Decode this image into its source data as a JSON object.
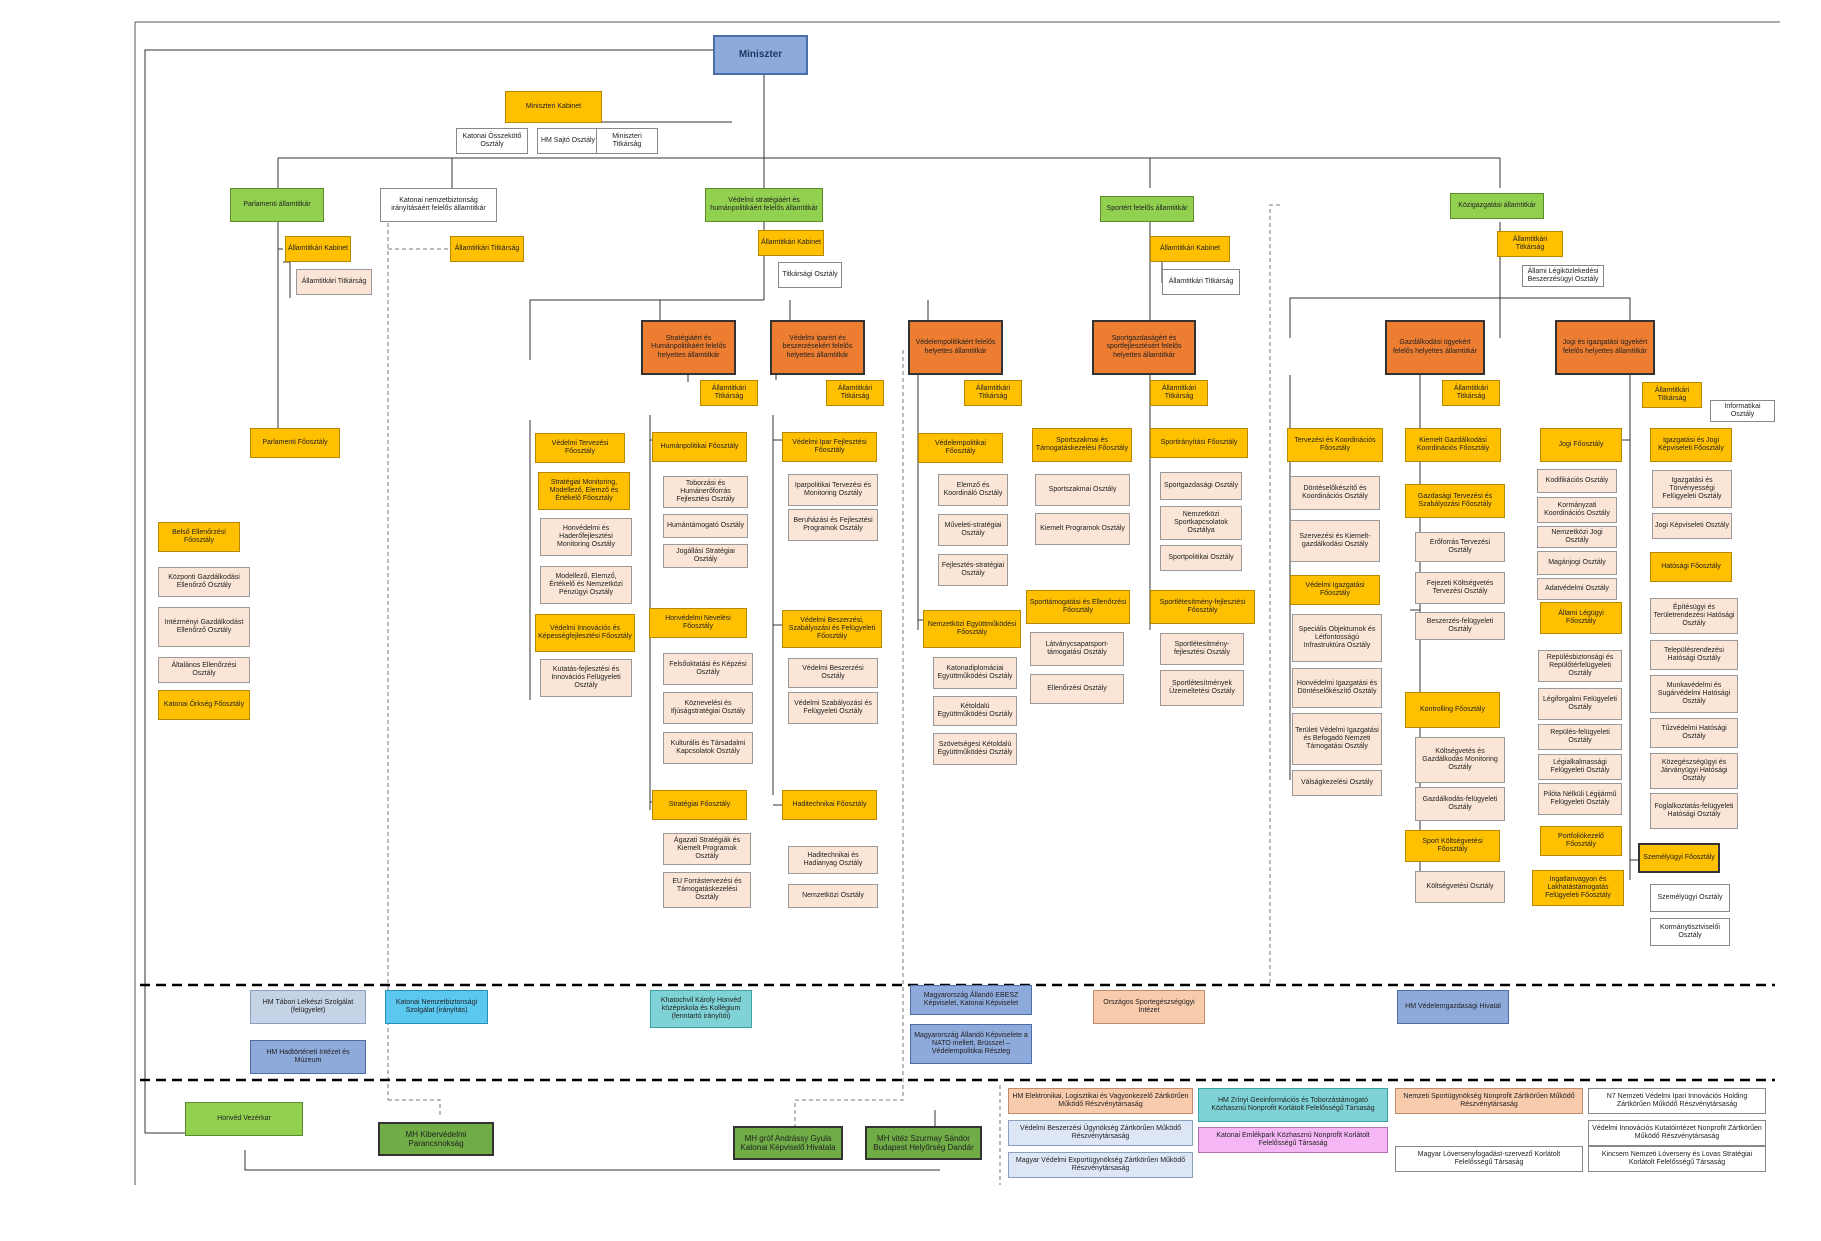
{
  "nodes": [
    {
      "id": "n001",
      "kind": "minister",
      "text": "Miniszter"
    },
    {
      "id": "n002",
      "kind": "yellow",
      "text": "Miniszteri Kabinet"
    },
    {
      "id": "n003",
      "kind": "white",
      "text": "Katonai Összekötő Osztály"
    },
    {
      "id": "n004",
      "kind": "white",
      "text": "HM Sajtó Osztály"
    },
    {
      "id": "n005",
      "kind": "white",
      "text": "Miniszteri Titkárság"
    },
    {
      "id": "n006",
      "kind": "green",
      "text": "Parlamenti államtitkár"
    },
    {
      "id": "n007",
      "kind": "yellow",
      "text": "Államtitkári Kabinet"
    },
    {
      "id": "n008",
      "kind": "dept",
      "text": "Államtitkári Titkárság"
    },
    {
      "id": "n009",
      "kind": "yellow",
      "text": "Parlamenti Főosztály"
    },
    {
      "id": "n010",
      "kind": "white",
      "text": "Katonai nemzetbiztonság irányításáért felelős államtitkár"
    },
    {
      "id": "n011",
      "kind": "yellow",
      "text": "Államtitkári Titkárság"
    },
    {
      "id": "n012",
      "kind": "green",
      "text": "Védelmi stratégiáért és humánpolitikáért felelős államtitkár"
    },
    {
      "id": "n013",
      "kind": "yellow",
      "text": "Államtitkári Kabinet"
    },
    {
      "id": "n014",
      "kind": "white",
      "text": "Titkársági Osztály"
    },
    {
      "id": "n015",
      "kind": "green",
      "text": "Sportért felelős államtitkár"
    },
    {
      "id": "n016",
      "kind": "yellow",
      "text": "Államtitkári Kabinet"
    },
    {
      "id": "n017",
      "kind": "white",
      "text": "Államtitkári Titkárság"
    },
    {
      "id": "n018",
      "kind": "green",
      "text": "Közigazgatási államtitkár"
    },
    {
      "id": "n019",
      "kind": "yellow",
      "text": "Államtitkári Titkárság"
    },
    {
      "id": "n020",
      "kind": "white",
      "text": "Állami Légiközlekedési Beszerzésügyi Osztály"
    },
    {
      "id": "n021",
      "kind": "yellow",
      "text": "Belső Ellenőrzési Főosztály"
    },
    {
      "id": "n022",
      "kind": "dept",
      "text": "Központi Gazdálkodási Ellenőrző Osztály"
    },
    {
      "id": "n023",
      "kind": "dept",
      "text": "Intézményi Gazdálkodást Ellenőrző Osztály"
    },
    {
      "id": "n024",
      "kind": "dept",
      "text": "Általános Ellenőrzési Osztály"
    },
    {
      "id": "n025",
      "kind": "yellow",
      "text": "Katonai Őrkség Főosztály"
    },
    {
      "id": "n026",
      "kind": "orange",
      "text": "Stratégiáért és Humánpolitikáért felelős helyettes államtitkár"
    },
    {
      "id": "n027",
      "kind": "yellow",
      "text": "Államtitkári Titkárság"
    },
    {
      "id": "n028",
      "kind": "yellow",
      "text": "Védelmi Tervezési Főosztály"
    },
    {
      "id": "n029",
      "kind": "yellow",
      "text": "Stratégiai Monitoring, Modellező, Elemző és Értékelő Főosztály"
    },
    {
      "id": "n030",
      "kind": "dept",
      "text": "Honvédelmi és Haderőfejlesztési Monitoring Osztály"
    },
    {
      "id": "n031",
      "kind": "dept",
      "text": "Modellező, Elemző, Értékelő és Nemzetközi Pénzügyi Osztály"
    },
    {
      "id": "n032",
      "kind": "yellow",
      "text": "Védelmi Innovációs és Képességfejlesztési Főosztály"
    },
    {
      "id": "n033",
      "kind": "dept",
      "text": "Kutatás-fejlesztési és Innovációs Felügyeleti Osztály"
    },
    {
      "id": "n034",
      "kind": "yellow",
      "text": "Humánpolitikai Főosztály"
    },
    {
      "id": "n035",
      "kind": "dept",
      "text": "Toborzási és Humánerőforrás Fejlesztési Osztály"
    },
    {
      "id": "n036",
      "kind": "dept",
      "text": "Humántámogató Osztály"
    },
    {
      "id": "n037",
      "kind": "dept",
      "text": "Jogállási Stratégiai Osztály"
    },
    {
      "id": "n038",
      "kind": "yellow",
      "text": "Honvédelmi Nevelési Főosztály"
    },
    {
      "id": "n039",
      "kind": "dept",
      "text": "Felsőoktatási és Képzési Osztály"
    },
    {
      "id": "n040",
      "kind": "dept",
      "text": "Köznevelési és Ifjúságstratégiai Osztály"
    },
    {
      "id": "n041",
      "kind": "dept",
      "text": "Kulturális és Társadalmi Kapcsolatok Osztály"
    },
    {
      "id": "n042",
      "kind": "yellow",
      "text": "Stratégiai Főosztály"
    },
    {
      "id": "n043",
      "kind": "dept",
      "text": "Ágazati Stratégiák és Kiemelt Programok Osztály"
    },
    {
      "id": "n044",
      "kind": "dept",
      "text": "EU Forrástervezési és Támogatáskezelési Osztály"
    },
    {
      "id": "n045",
      "kind": "orange",
      "text": "Védelmi iparért és beszerzésekért felelős helyettes államtitkár"
    },
    {
      "id": "n046",
      "kind": "yellow",
      "text": "Államtitkári Titkárság"
    },
    {
      "id": "n047",
      "kind": "yellow",
      "text": "Védelmi Ipar Fejlesztési Főosztály"
    },
    {
      "id": "n048",
      "kind": "dept",
      "text": "Iparpolitikai Tervezési és Monitoring Osztály"
    },
    {
      "id": "n049",
      "kind": "dept",
      "text": "Beruházási és Fejlesztési Programok Osztály"
    },
    {
      "id": "n050",
      "kind": "yellow",
      "text": "Védelmi Beszerzési, Szabályozási és Felügyeleti Főosztály"
    },
    {
      "id": "n051",
      "kind": "dept",
      "text": "Védelmi Beszerzési Osztály"
    },
    {
      "id": "n052",
      "kind": "dept",
      "text": "Védelmi Szabályozási és Felügyeleti Osztály"
    },
    {
      "id": "n053",
      "kind": "yellow",
      "text": "Haditechnikai Főosztály"
    },
    {
      "id": "n054",
      "kind": "dept",
      "text": "Haditechnikai és Hadianyag Osztály"
    },
    {
      "id": "n055",
      "kind": "dept",
      "text": "Nemzetközi Osztály"
    },
    {
      "id": "n056",
      "kind": "orange",
      "text": "Védelempolitikáért felelős helyettes államtitkár"
    },
    {
      "id": "n057",
      "kind": "yellow",
      "text": "Államtitkári Titkárság"
    },
    {
      "id": "n058",
      "kind": "yellow",
      "text": "Védelempolitikai Főosztály"
    },
    {
      "id": "n059",
      "kind": "dept",
      "text": "Elemző és Koordináló Osztály"
    },
    {
      "id": "n060",
      "kind": "dept",
      "text": "Műveleti-stratégiai Osztály"
    },
    {
      "id": "n061",
      "kind": "dept",
      "text": "Fejlesztés-stratégiai Osztály"
    },
    {
      "id": "n062",
      "kind": "yellow",
      "text": "Nemzetközi Együttműködési Főosztály"
    },
    {
      "id": "n063",
      "kind": "dept",
      "text": "Katonadiplomáciai Együttműködési Osztály"
    },
    {
      "id": "n064",
      "kind": "dept",
      "text": "Kétoldalú Együttműködési Osztály"
    },
    {
      "id": "n065",
      "kind": "dept",
      "text": "Szövetségesi Kétoldalú Együttműködési Osztály"
    },
    {
      "id": "n066",
      "kind": "orange",
      "text": "Sportgazdaságért és sportfejlesztésért felelős helyettes államtitkár"
    },
    {
      "id": "n067",
      "kind": "yellow",
      "text": "Államtitkári Titkárság"
    },
    {
      "id": "n068",
      "kind": "yellow",
      "text": "Sportszakmai és Támogatáskezelési Főosztály"
    },
    {
      "id": "n069",
      "kind": "dept",
      "text": "Sportszakmai Osztály"
    },
    {
      "id": "n070",
      "kind": "dept",
      "text": "Kiemelt Programok Osztály"
    },
    {
      "id": "n071",
      "kind": "yellow",
      "text": "Sportirányítási Főosztály"
    },
    {
      "id": "n072",
      "kind": "dept",
      "text": "Sportgazdasági Osztály"
    },
    {
      "id": "n073",
      "kind": "dept",
      "text": "Nemzetközi Sportkapcsolatok Osztálya"
    },
    {
      "id": "n074",
      "kind": "dept",
      "text": "Sportpolitikai Osztály"
    },
    {
      "id": "n075",
      "kind": "yellow",
      "text": "Sporttámogatási és Ellenőrzési Főosztály"
    },
    {
      "id": "n076",
      "kind": "dept",
      "text": "Látványcsapatsport-támogatási Osztály"
    },
    {
      "id": "n077",
      "kind": "dept",
      "text": "Ellenőrzési Osztály"
    },
    {
      "id": "n078",
      "kind": "yellow",
      "text": "Sportlétesítmény-fejlesztési Főosztály"
    },
    {
      "id": "n079",
      "kind": "dept",
      "text": "Sportlétesítmény-fejlesztési Osztály"
    },
    {
      "id": "n080",
      "kind": "dept",
      "text": "Sportlétesítmények Üzemeltetési Osztály"
    },
    {
      "id": "n081",
      "kind": "orange",
      "text": "Gazdálkodási ügyekért felelős helyettes államtitkár"
    },
    {
      "id": "n082",
      "kind": "yellow",
      "text": "Államtitkári Titkárság"
    },
    {
      "id": "n083",
      "kind": "yellow",
      "text": "Tervezési és Koordinációs Főosztály"
    },
    {
      "id": "n084",
      "kind": "dept",
      "text": "Döntéselőkészítő és Koordinációs Osztály"
    },
    {
      "id": "n085",
      "kind": "dept",
      "text": "Szervezési és Kiemelt-gazdálkodási Osztály"
    },
    {
      "id": "n086",
      "kind": "yellow",
      "text": "Kiemelt Gazdálkodási Koordinációs Főosztály"
    },
    {
      "id": "n087",
      "kind": "yellow",
      "text": "Gazdasági Tervezési és Szabályozási Főosztály"
    },
    {
      "id": "n088",
      "kind": "dept",
      "text": "Erőforrás Tervezési Osztály"
    },
    {
      "id": "n089",
      "kind": "dept",
      "text": "Fejezeti Költségvetés Tervezési Osztály"
    },
    {
      "id": "n090",
      "kind": "dept",
      "text": "Beszerzés-felügyeleti Osztály"
    },
    {
      "id": "n091",
      "kind": "yellow",
      "text": "Védelmi Igazgatási Főosztály"
    },
    {
      "id": "n092",
      "kind": "dept",
      "text": "Speciális Objektumok és Létfontosságú Infrastruktúra Osztály"
    },
    {
      "id": "n093",
      "kind": "dept",
      "text": "Honvédelmi Igazgatási és Döntéselőkészítő Osztály"
    },
    {
      "id": "n094",
      "kind": "dept",
      "text": "Területi Védelmi Igazgatási és Befogadó Nemzeti Támogatási Osztály"
    },
    {
      "id": "n095",
      "kind": "dept",
      "text": "Válságkezelési Osztály"
    },
    {
      "id": "n096",
      "kind": "yellow",
      "text": "Kontrolling Főosztály"
    },
    {
      "id": "n097",
      "kind": "dept",
      "text": "Költségvetés és Gazdálkodás Monitoring Osztály"
    },
    {
      "id": "n098",
      "kind": "dept",
      "text": "Gazdálkodás-felügyeleti Osztály"
    },
    {
      "id": "n099",
      "kind": "yellow",
      "text": "Sport Költségvetési Főosztály"
    },
    {
      "id": "n100",
      "kind": "dept",
      "text": "Költségvetési Osztály"
    },
    {
      "id": "n101",
      "kind": "orange",
      "text": "Jogi és igazgatási ügyekért felelős helyettes államtitkár"
    },
    {
      "id": "n102",
      "kind": "yellow",
      "text": "Államtitkári Titkárság"
    },
    {
      "id": "n103",
      "kind": "white",
      "text": "Informatikai Osztály"
    },
    {
      "id": "n104",
      "kind": "yellow",
      "text": "Jogi Főosztály"
    },
    {
      "id": "n105",
      "kind": "dept",
      "text": "Kodifikációs Osztály"
    },
    {
      "id": "n106",
      "kind": "dept",
      "text": "Kormányzati Koordinációs Osztály"
    },
    {
      "id": "n107",
      "kind": "dept",
      "text": "Nemzetközi Jogi Osztály"
    },
    {
      "id": "n108",
      "kind": "dept",
      "text": "Magánjogi Osztály"
    },
    {
      "id": "n109",
      "kind": "dept",
      "text": "Adatvédelmi Osztály"
    },
    {
      "id": "n110",
      "kind": "yellow",
      "text": "Igazgatási és Jogi Képviseleti Főosztály"
    },
    {
      "id": "n111",
      "kind": "dept",
      "text": "Igazgatási és Törvényességi Felügyeleti Osztály"
    },
    {
      "id": "n112",
      "kind": "dept",
      "text": "Jogi Képviseleti Osztály"
    },
    {
      "id": "n113",
      "kind": "yellow",
      "text": "Hatósági Főosztály"
    },
    {
      "id": "n114",
      "kind": "dept",
      "text": "Építésügyi és Területrendezési Hatósági Osztály"
    },
    {
      "id": "n115",
      "kind": "dept",
      "text": "Településrendezési Hatósági Osztály"
    },
    {
      "id": "n116",
      "kind": "dept",
      "text": "Munkavédelmi és Sugárvédelmi Hatósági Osztály"
    },
    {
      "id": "n117",
      "kind": "dept",
      "text": "Tűzvédelmi Hatósági Osztály"
    },
    {
      "id": "n118",
      "kind": "dept",
      "text": "Közegészségügyi és Járványügyi Hatósági Osztály"
    },
    {
      "id": "n119",
      "kind": "dept",
      "text": "Foglalkoztatás-felügyeleti Hatósági Osztály"
    },
    {
      "id": "n120",
      "kind": "yellow",
      "text": "Állami Légügyi Főosztály"
    },
    {
      "id": "n121",
      "kind": "dept",
      "text": "Repülésbiztonsági és Repülőtérfelügyeleti Osztály"
    },
    {
      "id": "n122",
      "kind": "dept",
      "text": "Légiforgalmi Felügyeleti Osztály"
    },
    {
      "id": "n123",
      "kind": "dept",
      "text": "Repülés-felügyeleti Osztály"
    },
    {
      "id": "n124",
      "kind": "dept",
      "text": "Légialkalmassági Felügyeleti Osztály"
    },
    {
      "id": "n125",
      "kind": "dept",
      "text": "Pilóta Nélküli Légijármű Felügyeleti Osztály"
    },
    {
      "id": "n126",
      "kind": "yellow",
      "text": "Portfoliókezelő Főosztály"
    },
    {
      "id": "n127",
      "kind": "yellow",
      "text": "Ingatlanvagyon és Lakhatástámogatás Felügyeleti Főosztály"
    },
    {
      "id": "n128",
      "kind": "yellowb",
      "text": "Személyügyi Főosztály"
    },
    {
      "id": "n129",
      "kind": "white",
      "text": "Személyügyi Osztály"
    },
    {
      "id": "n130",
      "kind": "white",
      "text": "Kormánytisztviselői Osztály"
    },
    {
      "id": "n131",
      "kind": "grayblue",
      "text": "HM Tábori Lelkészi Szolgálat (felügyelet)"
    },
    {
      "id": "n132",
      "kind": "cyan",
      "text": "Katonai Nemzetbiztonsági Szolgálat (irányítás)"
    },
    {
      "id": "n133",
      "kind": "teal",
      "text": "Khatochvil Károly Honvéd középiskola és Kollégium (fenntartó irányítói)"
    },
    {
      "id": "n134",
      "kind": "steel",
      "text": "Magyarország Állandó EBESZ Képviselet, Katonai Képviselet"
    },
    {
      "id": "n135",
      "kind": "salmon",
      "text": "Országos Sportegészségügyi Intézet"
    },
    {
      "id": "n136",
      "kind": "steel",
      "text": "HM Védelemgazdasági Hivatal"
    },
    {
      "id": "n137",
      "kind": "steel",
      "text": "HM Hadtörténeti Intézet és Múzeum"
    },
    {
      "id": "n138",
      "kind": "steel",
      "text": "Magyarország Állandó Képviselete a NATO mellett, Brüsszel – Védelempolitikai Részleg"
    },
    {
      "id": "n139",
      "kind": "green",
      "text": "Honvéd Vezérkar"
    },
    {
      "id": "n140",
      "kind": "dgreen",
      "text": "MH Kibervédelmi Parancsnokság"
    },
    {
      "id": "n141",
      "kind": "dgreen",
      "text": "MH gróf Andrássy Gyula Katonai Képviselő Hivatala"
    },
    {
      "id": "n142",
      "kind": "dgreen",
      "text": "MH vitéz Szurmay Sándor Budapest Helyőrség Dandár"
    },
    {
      "id": "n143",
      "kind": "salmon",
      "text": "HM Elektronikai, Logisztikai és Vagyonkezelő Zártkörűen Működő Részvénytársaság"
    },
    {
      "id": "n144",
      "kind": "teal",
      "text": "HM Zrínyi Geoinformációs és Toborzástámogató Közhasznú Nonprofit Korlátolt Felelősségű Társaság"
    },
    {
      "id": "n145",
      "kind": "salmon",
      "text": "Nemzeti Sportügynökség Nonprofit Zártkörűen Működő Részvénytársaság"
    },
    {
      "id": "n146",
      "kind": "white",
      "text": "N7 Nemzeti Védelmi Ipari Innovációs Holding Zártkörűen Működő Részvénytársaság"
    },
    {
      "id": "n147",
      "kind": "lightblue",
      "text": "Védelmi Beszerzési Ügynökség Zártkörűen Működő Részvénytársaság"
    },
    {
      "id": "n148",
      "kind": "pink",
      "text": "Katonai Emlékpark Közhasznú Nonprofit Korlátolt Felelősségű Társaság"
    },
    {
      "id": "n149",
      "kind": "white",
      "text": "Védelmi Innovációs Kutatóintézet Nonprofit Zártkörűen Működő Részvénytársaság"
    },
    {
      "id": "n150",
      "kind": "lightblue",
      "text": "Magyar Védelmi Exportügynökség Zártkörűen Működő Részvénytársaság"
    },
    {
      "id": "n151",
      "kind": "white",
      "text": "Magyar Lóversenyfogadást-szervező Korlátolt Felelősségű Társaság"
    },
    {
      "id": "n152",
      "kind": "white",
      "text": "Kincsem Nemzeti Lóverseny és Lovas Stratégiai Korlátolt Felelősségű Társaság"
    }
  ]
}
